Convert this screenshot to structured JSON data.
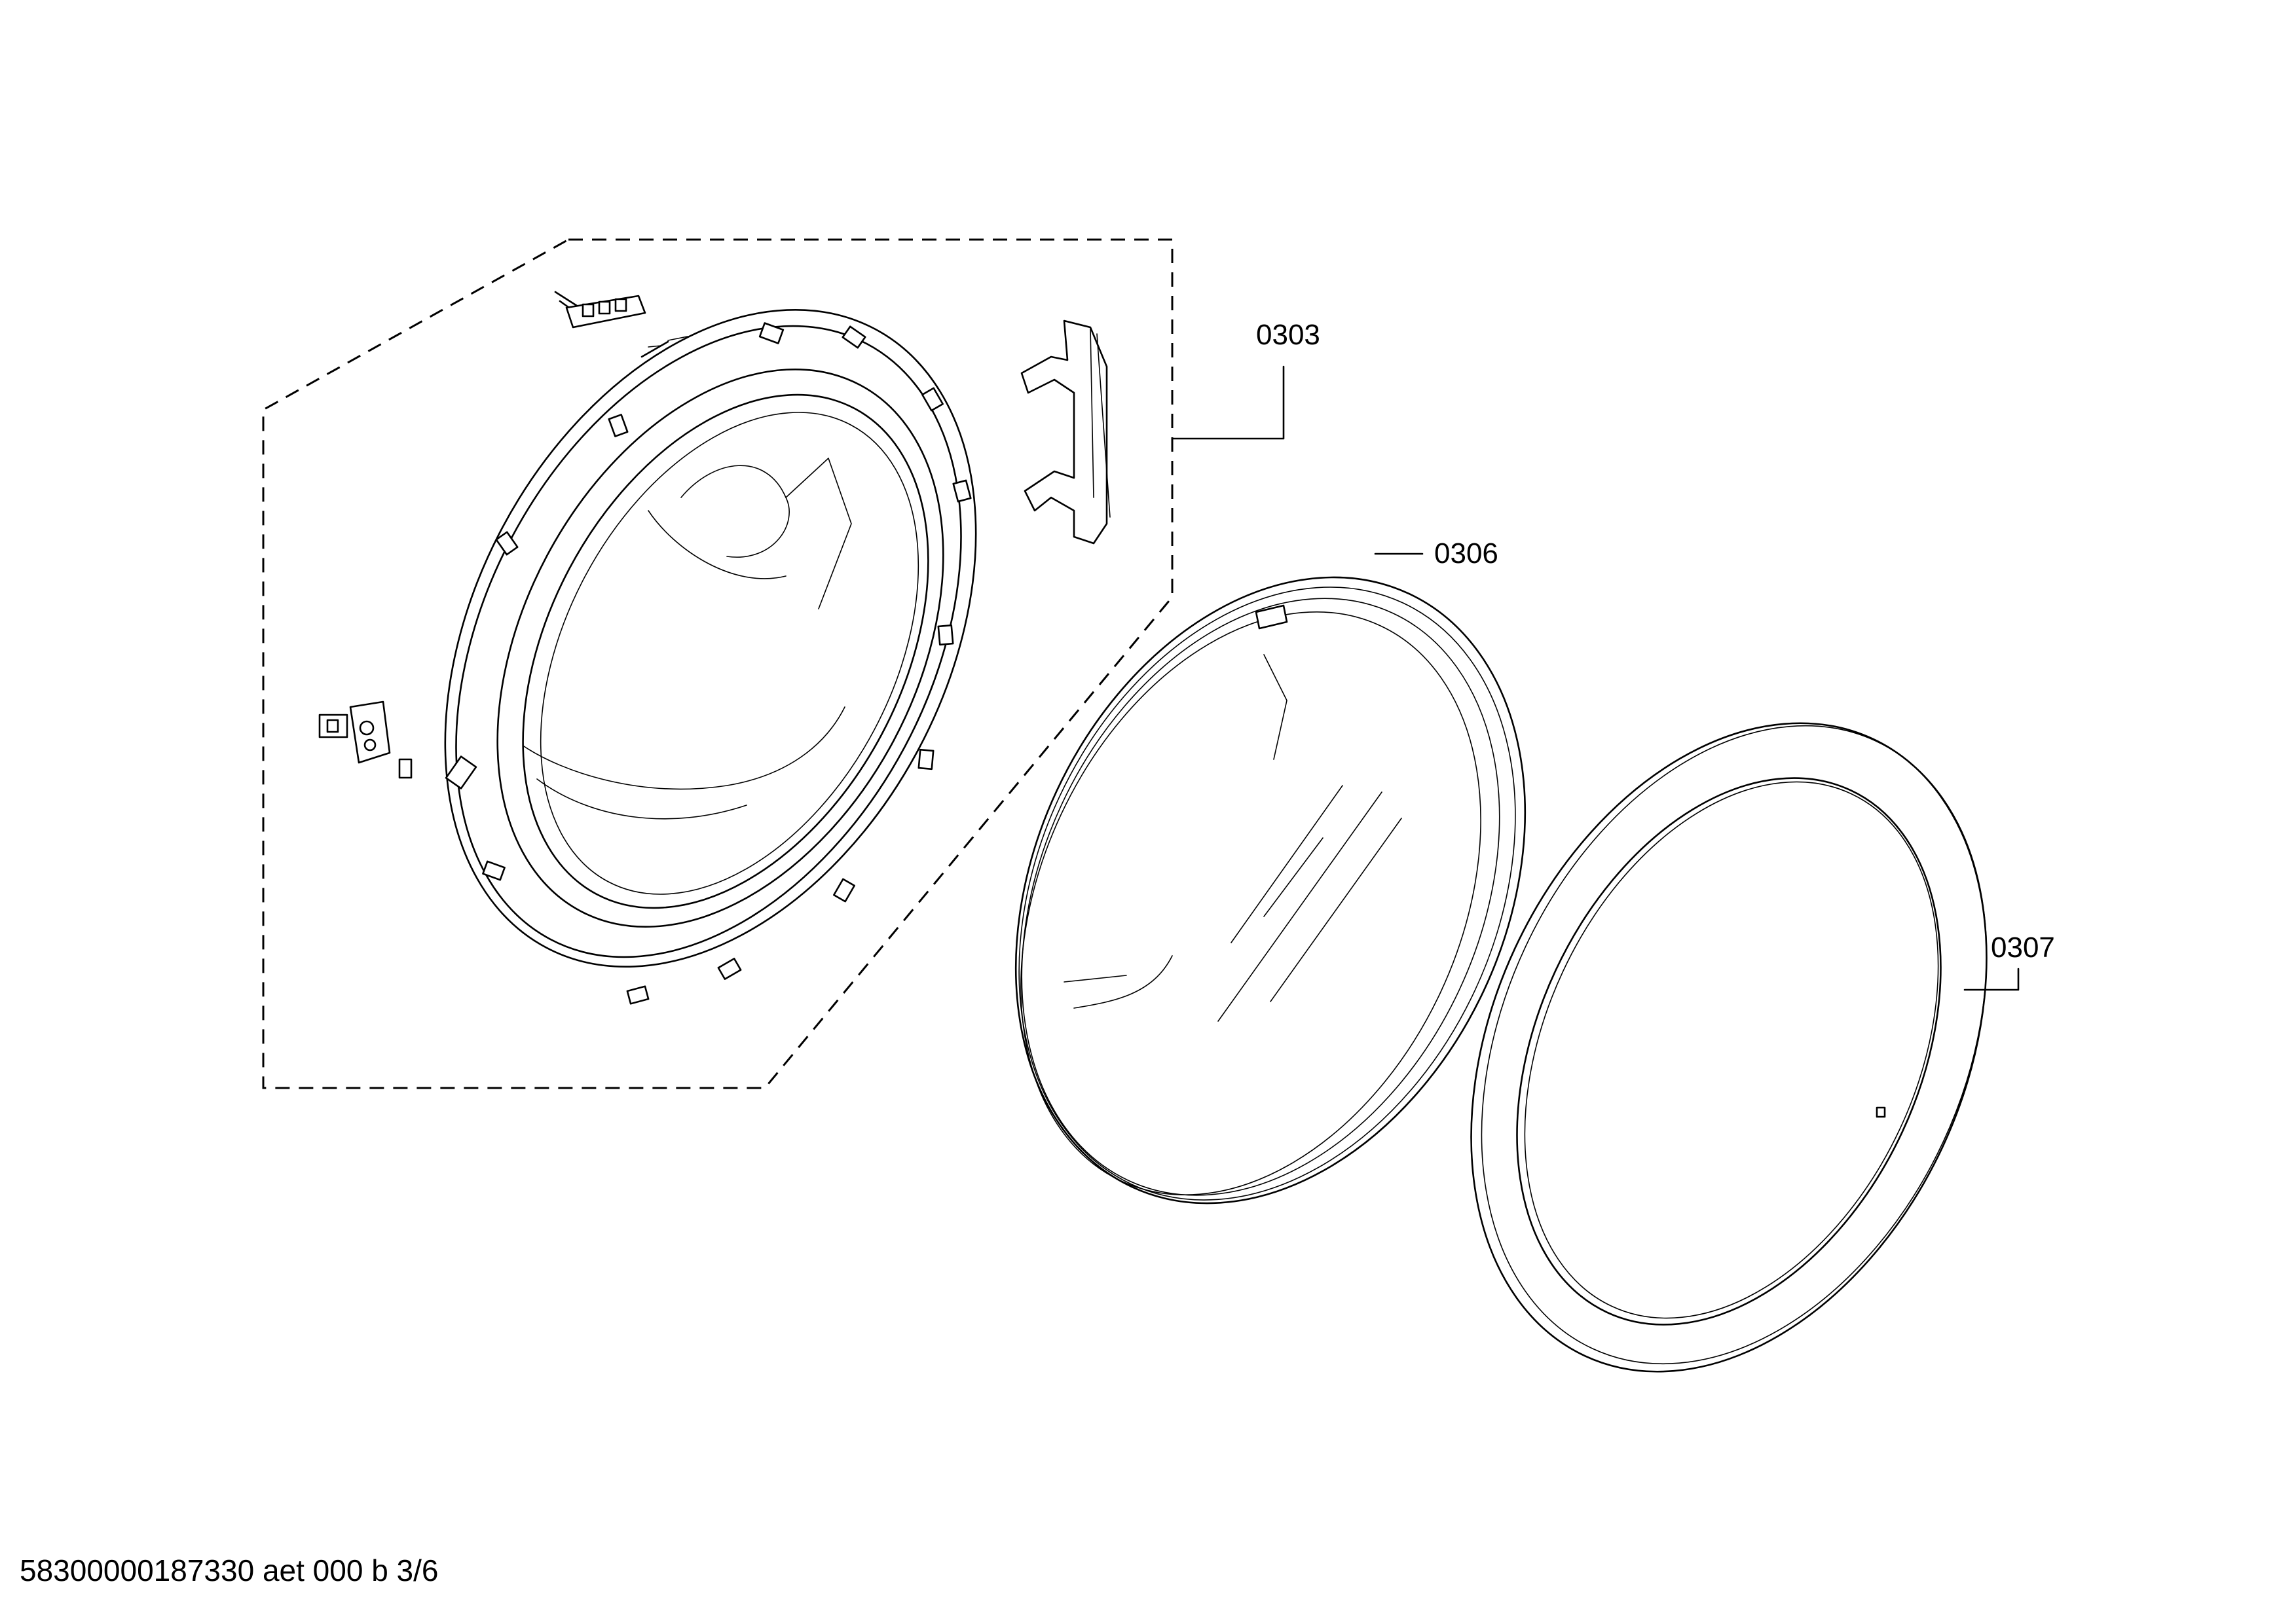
{
  "labels": {
    "part_0303": "0303",
    "part_0306": "0306",
    "part_0307": "0307"
  },
  "footer": "58300000187330 aet 000 b 3/6",
  "colors": {
    "line": "#000000",
    "background": "#ffffff"
  }
}
